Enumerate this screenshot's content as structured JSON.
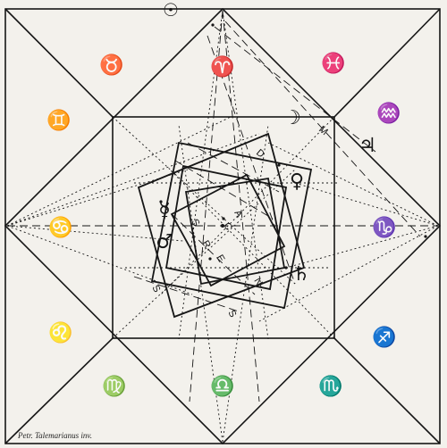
{
  "diagram": {
    "signs": {
      "top_center": "♈",
      "top_left": "♉",
      "top_right": "♓",
      "upper_left": "♊",
      "upper_right": "♒",
      "left_center": "♋",
      "right_center": "♑",
      "lower_left": "♌",
      "lower_right": "♐",
      "bottom_left": "♍",
      "bottom_right": "♏",
      "bottom_center": "♎"
    },
    "planets": {
      "sun": "☉",
      "moon": "☽",
      "jupiter": "♃",
      "venus": "♀",
      "mercury": "☿",
      "mars": "♂",
      "saturn": "♄"
    },
    "letters": [
      "A",
      "C",
      "S",
      "R",
      "E",
      "N",
      "M",
      "D",
      "S",
      "S"
    ],
    "credit": "Petr. Talemarianus inv."
  },
  "colors": {
    "paper": "#f3f1ec",
    "ink": "#161616"
  }
}
